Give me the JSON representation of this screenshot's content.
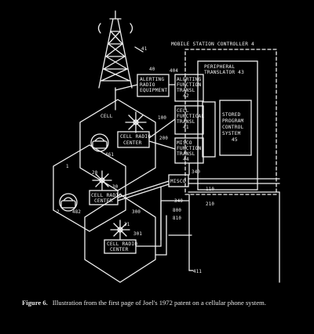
{
  "diagram": {
    "controller_title": "MOBILE STATION CONTROLLER 4",
    "peripheral": [
      "PERIPHERAL",
      "TRANSLATOR 43"
    ],
    "alerting_radio": [
      "ALERTING",
      "RADIO",
      "EQUIPMENT"
    ],
    "alerting_function": [
      "ALERTING",
      "FUNCTION",
      "TRANSL",
      "42"
    ],
    "cell_function": [
      "CELL",
      "FUNCTICAL",
      "TRANSL",
      "41"
    ],
    "misc_function": [
      "MISCO",
      "FUNCTION",
      "TRANSL",
      "44"
    ],
    "stored_program": [
      "STORED",
      "PROGRAM",
      "CONTROL",
      "SYSTEM",
      "45"
    ],
    "misco_small": "MISCO",
    "cell_radio_center_top": [
      "CELL RADIO",
      "CENTER"
    ],
    "cell_radio_center_left": [
      "CELL RADIO",
      "CENTER"
    ],
    "cell_radio_center_bottom": [
      "CELL RADIO",
      "CENTER"
    ],
    "cell_word": "CELL",
    "numbers": {
      "antenna": "41",
      "n40": "40",
      "n404": "404",
      "n100": "100",
      "n200": "200",
      "n340": "340",
      "n110": "110",
      "n210": "210",
      "n800": "800",
      "n810": "810",
      "n411": "411",
      "n300": "300",
      "n1": "1",
      "n2": "2",
      "n30": "30",
      "n31": "31",
      "n20": "20",
      "n482": "482",
      "n461": "461",
      "n301": "301",
      "n340b": "340"
    }
  },
  "caption": {
    "label": "Figure 6.",
    "text": "Illustration from the first page of Joel's 1972 patent on a cellular phone system."
  }
}
